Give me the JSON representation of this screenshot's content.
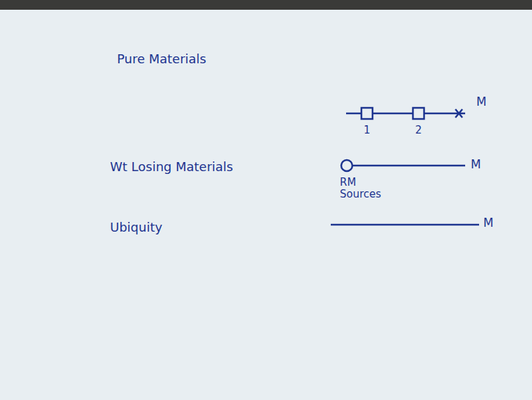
{
  "diagram": {
    "nodes": [
      {
        "text": [
          "1"
        ]
      },
      {
        "text": [
          "2"
        ]
      },
      {
        "text": [
          "RM Sources"
        ]
      }
    ],
    "edges": [
      {
        "from": 0,
        "to": 1,
        "arrow": "none"
      }
    ],
    "labels": [
      "Pure Materials",
      "M",
      "Wt Losing Materials",
      "M",
      "Ubiquity",
      "M"
    ]
  }
}
